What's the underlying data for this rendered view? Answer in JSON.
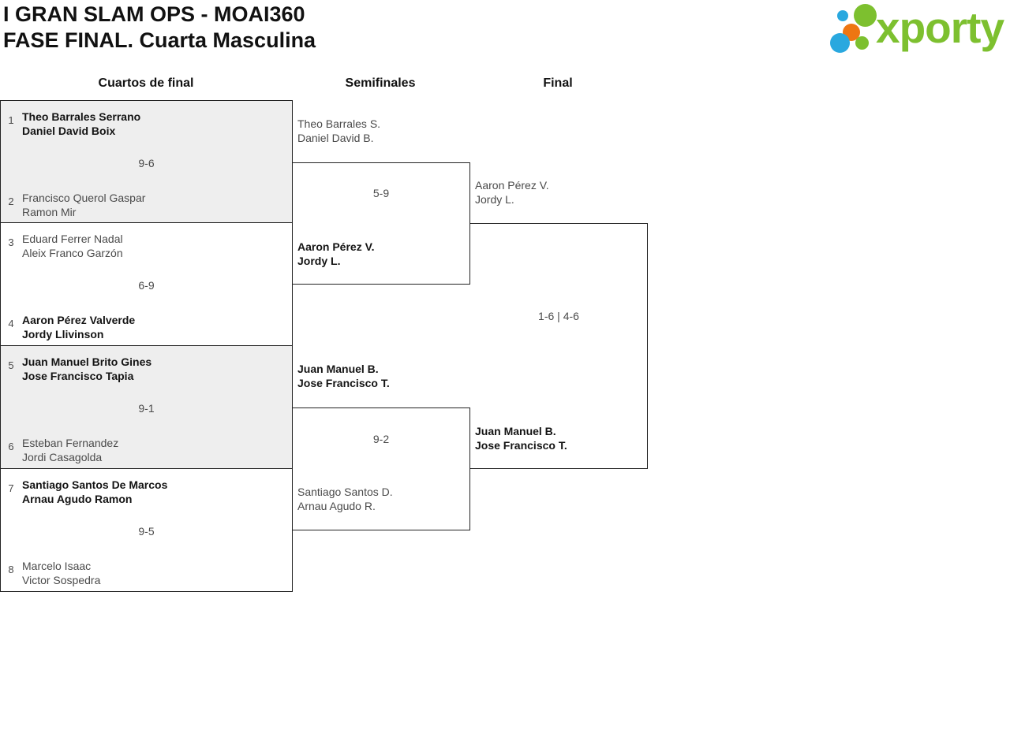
{
  "header": {
    "title_line1": "I GRAN SLAM OPS - MOAI360",
    "title_line2": "FASE FINAL. Cuarta Masculina"
  },
  "logo": {
    "text": "xporty",
    "brand_green": "#7dc02f",
    "brand_blue": "#29a8df",
    "brand_orange": "#ee7612"
  },
  "rounds": [
    {
      "label": "Cuartos de final"
    },
    {
      "label": "Semifinales"
    },
    {
      "label": "Final"
    }
  ],
  "quarterfinals": [
    {
      "seed_top": "1",
      "team_top_line1": "Theo Barrales Serrano",
      "team_top_line2": "Daniel David Boix",
      "score": "9-6",
      "winner_side": "top",
      "seed_bottom": "2",
      "team_bottom_line1": "Francisco Querol Gaspar",
      "team_bottom_line2": "Ramon Mir"
    },
    {
      "seed_top": "3",
      "team_top_line1": "Eduard Ferrer Nadal",
      "team_top_line2": "Aleix Franco Garzón",
      "score": "6-9",
      "winner_side": "bottom",
      "seed_bottom": "4",
      "team_bottom_line1": "Aaron Pérez Valverde",
      "team_bottom_line2": "Jordy Llivinson"
    },
    {
      "seed_top": "5",
      "team_top_line1": "Juan Manuel Brito Gines",
      "team_top_line2": "Jose Francisco Tapia",
      "score": "9-1",
      "winner_side": "top",
      "seed_bottom": "6",
      "team_bottom_line1": "Esteban Fernandez",
      "team_bottom_line2": "Jordi Casagolda"
    },
    {
      "seed_top": "7",
      "team_top_line1": "Santiago Santos De Marcos",
      "team_top_line2": "Arnau Agudo Ramon",
      "score": "9-5",
      "winner_side": "top",
      "seed_bottom": "8",
      "team_bottom_line1": "Marcelo Isaac",
      "team_bottom_line2": "Victor Sospedra"
    }
  ],
  "semifinals": [
    {
      "team_top_line1": "Theo Barrales S.",
      "team_top_line2": "Daniel David B.",
      "score": "5-9",
      "winner_side": "bottom",
      "team_bottom_line1": "Aaron Pérez V.",
      "team_bottom_line2": "Jordy L."
    },
    {
      "team_top_line1": "Juan Manuel B.",
      "team_top_line2": "Jose Francisco T.",
      "score": "9-2",
      "winner_side": "top",
      "team_bottom_line1": "Santiago Santos D.",
      "team_bottom_line2": "Arnau Agudo R."
    }
  ],
  "final": {
    "team_top_line1": "Aaron Pérez V.",
    "team_top_line2": "Jordy L.",
    "score": "1-6 | 4-6",
    "winner_side": "bottom",
    "team_bottom_line1": "Juan Manuel B.",
    "team_bottom_line2": "Jose Francisco T."
  }
}
